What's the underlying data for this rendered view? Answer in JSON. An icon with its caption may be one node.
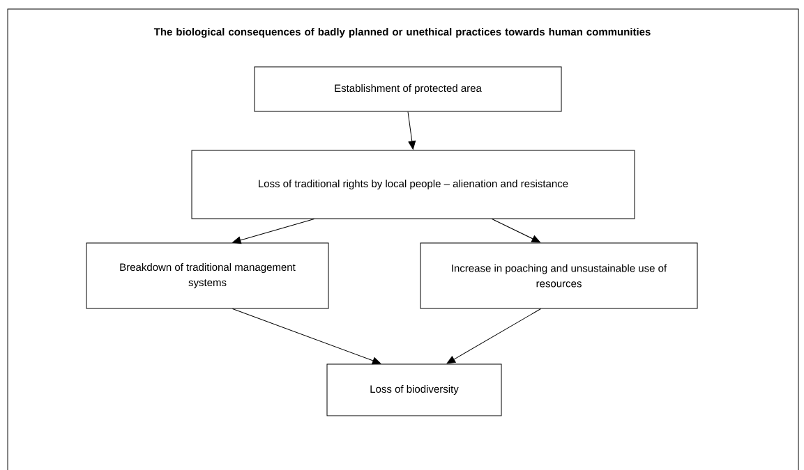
{
  "diagram": {
    "title": "The biological consequences of badly planned or unethical practices towards human communities",
    "nodes": [
      {
        "text": [
          "Establishment of protected area"
        ]
      },
      {
        "text": [
          "Loss of traditional rights by local people – alienation and resistance"
        ]
      },
      {
        "text": [
          "Breakdown of traditional management systems"
        ]
      },
      {
        "text": [
          "Increase in poaching and unsustainable use of resources"
        ]
      },
      {
        "text": [
          "Loss of biodiversity"
        ]
      }
    ],
    "edges": [
      {
        "from": 0,
        "to": 1,
        "arrow": "to"
      },
      {
        "from": 1,
        "to": 2,
        "arrow": "to"
      },
      {
        "from": 1,
        "to": 3,
        "arrow": "to"
      },
      {
        "from": 2,
        "to": 4,
        "arrow": "to"
      },
      {
        "from": 3,
        "to": 4,
        "arrow": "to"
      }
    ]
  }
}
